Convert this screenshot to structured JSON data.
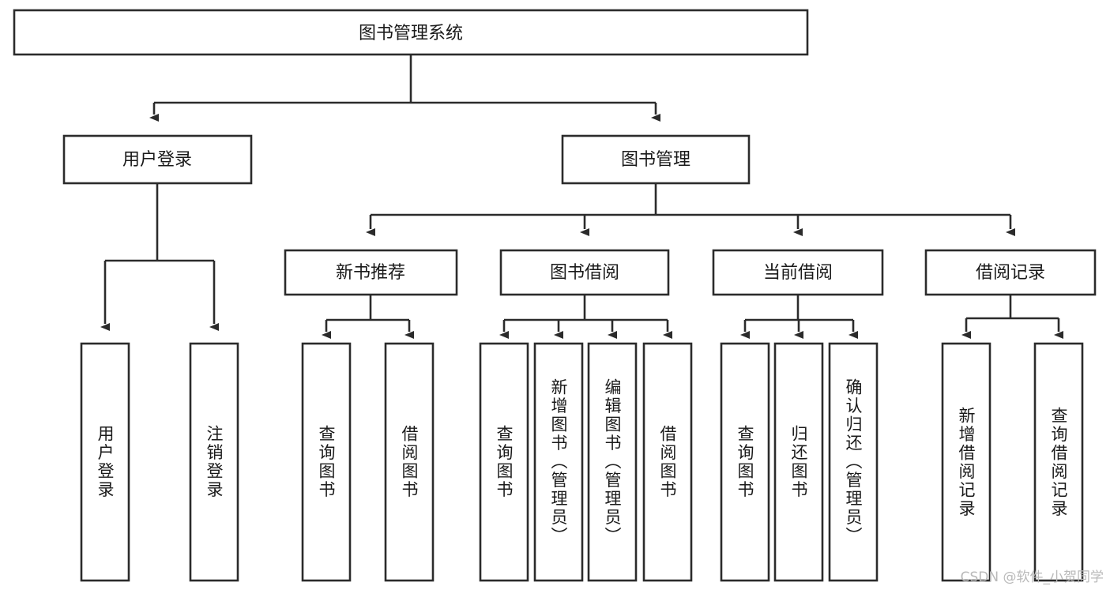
{
  "diagram": {
    "title": "图书管理系统",
    "type": "tree-hierarchy-diagram",
    "colors": {
      "box_stroke": "#2b2b2b",
      "box_fill": "#ffffff",
      "connector": "#2b2b2b",
      "background": "#ffffff",
      "watermark": "#b9b9b9"
    },
    "root": {
      "label": "图书管理系统"
    },
    "level2": [
      {
        "label": "用户登录"
      },
      {
        "label": "图书管理"
      }
    ],
    "level3": [
      {
        "label": "新书推荐"
      },
      {
        "label": "图书借阅"
      },
      {
        "label": "当前借阅"
      },
      {
        "label": "借阅记录"
      }
    ],
    "leaves": {
      "user_login": [
        {
          "label": "用户登录"
        },
        {
          "label": "注销登录"
        }
      ],
      "new_book_recommend": [
        {
          "label": "查询图书"
        },
        {
          "label": "借阅图书"
        }
      ],
      "book_borrow": [
        {
          "label": "查询图书"
        },
        {
          "label": "新增图书（管理员）"
        },
        {
          "label": "编辑图书（管理员）"
        },
        {
          "label": "借阅图书"
        }
      ],
      "current_borrow": [
        {
          "label": "查询图书"
        },
        {
          "label": "归还图书"
        },
        {
          "label": "确认归还（管理员）"
        }
      ],
      "borrow_record": [
        {
          "label": "新增借阅记录"
        },
        {
          "label": "查询借阅记录"
        }
      ]
    },
    "watermark": "CSDN @软件_小贺同学"
  }
}
